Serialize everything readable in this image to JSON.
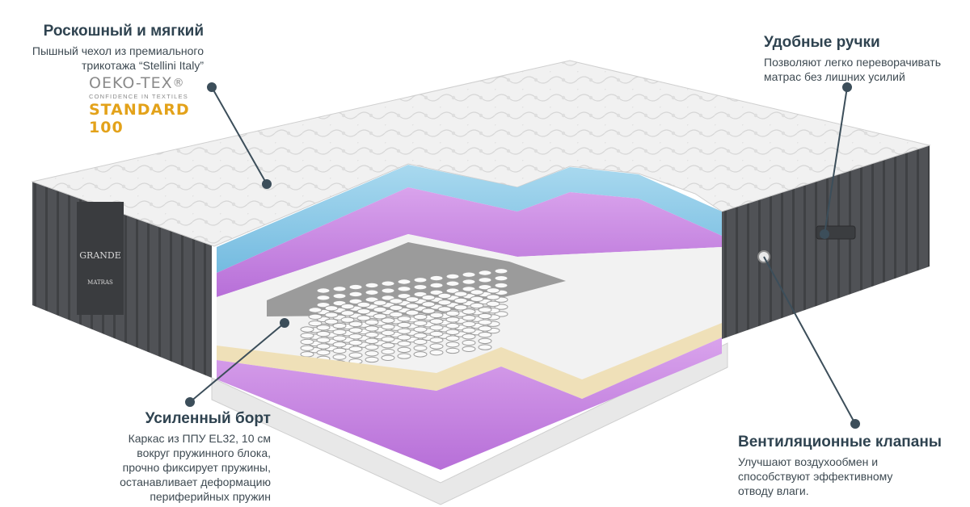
{
  "callouts": {
    "top_left": {
      "title": "Роскошный и мягкий",
      "description": "Пышный чехол из премиального\nтрикотажа “Stellini Italy”"
    },
    "top_right": {
      "title": "Удобные ручки",
      "description": "Позволяют легко переворачивать\nматрас без лишних усилий"
    },
    "bottom_left": {
      "title": "Усиленный борт",
      "description": "Каркас из ППУ EL32, 10 см\nвокруг пружинного блока,\nпрочно фиксирует пружины,\nостанавливает деформацию\nпериферийных пружин"
    },
    "bottom_right": {
      "title": "Вентиляционные клапаны",
      "description": "Улучшают воздухообмен и\nспособствуют эффективному\nотводу влаги."
    }
  },
  "certification": {
    "brand": "OEKO-TEX",
    "registered_mark": "®",
    "tagline": "CONFIDENCE IN TEXTILES",
    "standard": "STANDARD 100"
  },
  "mattress_label": {
    "brand": "GRANDE",
    "sub": "MATRAS"
  },
  "colors": {
    "title": "#2f4350",
    "text": "#3e4a52",
    "leader_line": "#3c4e5a",
    "oeko_gray": "#8a8a8a",
    "oeko_gold": "#e3a21a",
    "foam_blue": "#8ccbe6",
    "foam_purple": "#c784e0",
    "latex_beige": "#efe0b8",
    "side_gray": "#4d4f52",
    "quilt_white": "#f2f2f2"
  }
}
